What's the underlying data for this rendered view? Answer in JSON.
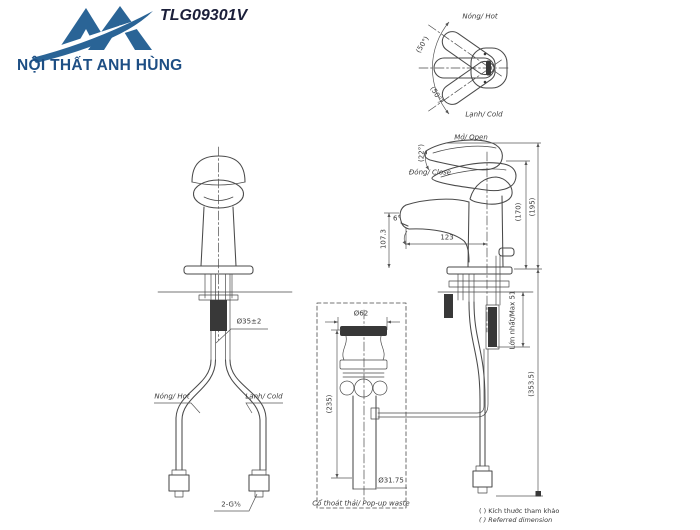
{
  "header": {
    "brand_name": "NỘI THẤT ANH HÙNG",
    "model": "TLG09301V"
  },
  "colors": {
    "brand_blue": "#2a6496",
    "brand_text_blue": "#1d4e84",
    "line_gray": "#4a4a4a"
  },
  "handle_top_view": {
    "hot_label": "Nóng/ Hot",
    "cold_label": "Lạnh/ Cold",
    "angle_hot": "(50°)",
    "angle_cold": "(50°)"
  },
  "side_view": {
    "open_label": "Mở/ Open",
    "close_label": "Đóng/ Close",
    "handle_angle": "(22°)",
    "stream_angle": "6°",
    "spout_height": "107.3",
    "spout_reach": "123",
    "height_closed": "(170)",
    "height_open": "(195)",
    "max_counter_thickness": "Lớn nhất/Max 51",
    "below_counter": "(353.5)"
  },
  "front_view": {
    "shank_diameter": "Ø35±2",
    "hot_label": "Nóng/ Hot",
    "cold_label": "Lạnh/ Cold",
    "supply_thread": "2-G⅜"
  },
  "popup_waste": {
    "title": "Cổ thoát thải/ Pop-up waste",
    "top_diameter": "Ø62",
    "length": "(235)",
    "tail_diameter": "Ø31.75"
  },
  "notes": {
    "vi": "( ) Kích thước tham khảo",
    "en": "( ) Referred dimension"
  }
}
